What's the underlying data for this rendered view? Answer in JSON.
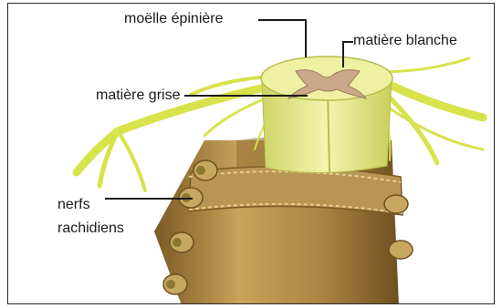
{
  "labels": {
    "moelle": "moëlle épinière",
    "matiere_blanche": "matière blanche",
    "matiere_grise": "matière grise",
    "nerfs_line1": "nerfs",
    "nerfs_line2": "rachidiens"
  },
  "colors": {
    "spinal_cord": "#e9ec86",
    "nerves": "#d8e24a",
    "grey_matter": "#c9a98a",
    "vertebra": "#b08a45",
    "membrane": "#8a6a30",
    "text": "#1a1a1a"
  }
}
